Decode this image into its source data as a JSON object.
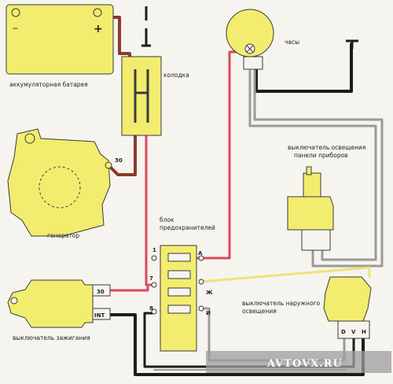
{
  "labels": {
    "battery": "аккумуляторная батарея",
    "connector": "колодка",
    "generator": "генератор",
    "fuse_block_line1": "блок",
    "fuse_block_line2": "предохранителей",
    "ignition": "выключатель зажигания",
    "clock": "часы",
    "panel_switch_line1": "выключатель освещения",
    "panel_switch_line2": "панели приборов",
    "ext_switch_line1": "выключатель наружного",
    "ext_switch_line2": "освещения"
  },
  "terminals": {
    "battery_minus": "—",
    "battery_plus": "+",
    "generator_30": "30",
    "ignition_30": "30",
    "ignition_int": "INT",
    "fuse_1": "1",
    "fuse_7": "7",
    "fuse_8": "8",
    "fuse_a": "А",
    "fuse_zh": "Ж",
    "fuse_i": "И",
    "ext_d": "D",
    "ext_v": "V",
    "ext_h": "H"
  },
  "watermark": "AVTOVX.RU",
  "colors": {
    "component_fill": "#f2ed6e",
    "component_stroke": "#3a3a3a",
    "wire_red": "#d94a5a",
    "wire_brown": "#8a3a2c",
    "wire_black": "#1c1c1c",
    "wire_gray": "#9a9a9a",
    "wire_yellow": "#efe27a",
    "background": "#f6f4ee"
  }
}
